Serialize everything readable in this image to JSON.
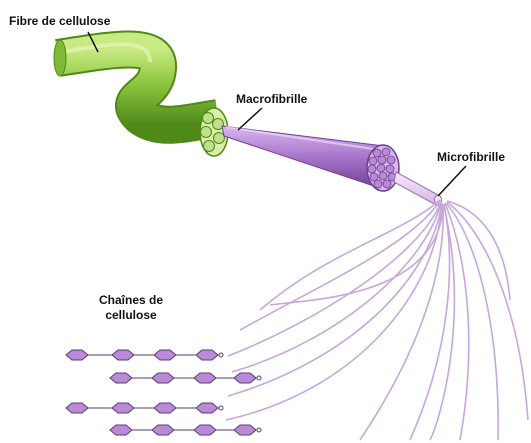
{
  "labels": {
    "fibre": "Fibre de cellulose",
    "macrofibrille": "Macrofibrille",
    "microfibrille": "Microfibrille",
    "chaines_line1": "Chaînes de",
    "chaines_line2": "cellulose"
  },
  "colors": {
    "fibre_green": "#8cc63f",
    "fibre_dark": "#5a8f1e",
    "macro_purple": "#a673c9",
    "macro_dark": "#6e3f93",
    "micro_pink": "#e6cdee",
    "strand_lilac": "#c8a6dc",
    "ring_purple": "#b98ad6"
  }
}
